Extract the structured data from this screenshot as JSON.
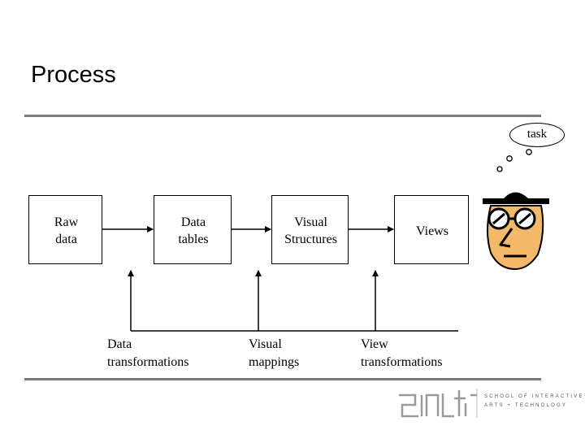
{
  "slide": {
    "title": "Process"
  },
  "diagram": {
    "nodes": [
      {
        "id": "raw-data",
        "label": "Raw\ndata"
      },
      {
        "id": "data-tables",
        "label": "Data\ntables"
      },
      {
        "id": "visual-structures",
        "label": "Visual\nStructures"
      },
      {
        "id": "views",
        "label": "Views"
      }
    ],
    "transforms": [
      {
        "id": "data-transformations",
        "label": "Data\ntransformations"
      },
      {
        "id": "visual-mappings",
        "label": "Visual\nmappings"
      },
      {
        "id": "view-transformations",
        "label": "View\ntransformations"
      }
    ],
    "thought": "task"
  },
  "logo": {
    "line1": "SCHOOL OF INTERACTIVE",
    "line2": "ARTS + TECHNOLOGY",
    "colors": {
      "dark": "#555555",
      "light": "#9a9a9a"
    }
  },
  "colors": {
    "face": "#f4b86a",
    "outline": "#000000",
    "rule": "#7a7a7a"
  }
}
